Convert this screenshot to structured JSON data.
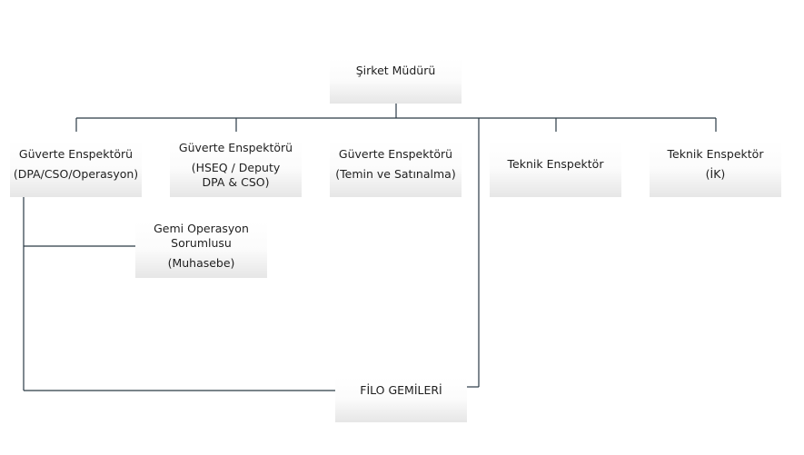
{
  "org_chart": {
    "root": {
      "title": "Şirket Müdürü"
    },
    "departments": [
      {
        "title": "Güverte Enspektörü",
        "subtitle": "(DPA/CSO/Operasyon)"
      },
      {
        "title": "Güverte Enspektörü",
        "subtitle": "(HSEQ / Deputy DPA & CSO)"
      },
      {
        "title": "Güverte Enspektörü",
        "subtitle": "(Temin ve Satınalma)"
      },
      {
        "title": "Teknik Enspektör",
        "subtitle": ""
      },
      {
        "title": "Teknik Enspektör",
        "subtitle": "(İK)"
      }
    ],
    "sub_unit": {
      "title": "Gemi Operasyon Sorumlusu",
      "subtitle": "(Muhasebe)"
    },
    "fleet": {
      "title": "FİLO GEMİLERİ"
    }
  }
}
